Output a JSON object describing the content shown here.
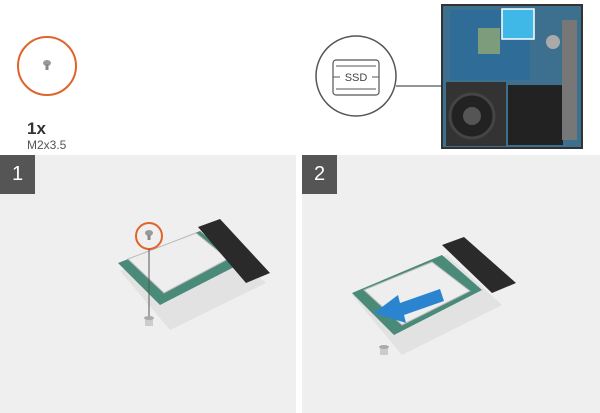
{
  "screw": {
    "quantity": "1x",
    "type": "M2x3.5"
  },
  "callout": {
    "label": "SSD"
  },
  "steps": [
    {
      "number": "1"
    },
    {
      "number": "2"
    }
  ],
  "colors": {
    "screw_ring": "#e0642a",
    "arrow": "#2b84d0",
    "step_badge": "#555555",
    "panel_bg": "#efefef",
    "highlight": "#3fb8e8"
  }
}
